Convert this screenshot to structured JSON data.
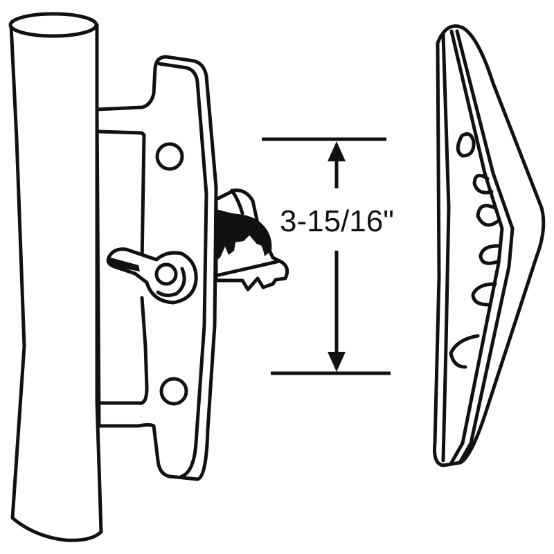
{
  "diagram": {
    "subject": "sliding door handle set",
    "colors": {
      "line": "#111111",
      "background": "#ffffff"
    },
    "parts": [
      {
        "name": "pull handle",
        "position": "left"
      },
      {
        "name": "mounting plate with latch lever",
        "position": "center-left"
      },
      {
        "name": "latch hook",
        "position": "center"
      },
      {
        "name": "exterior escutcheon / pull",
        "position": "right"
      }
    ],
    "dimension": {
      "label": "3-15/16\"",
      "orientation": "vertical",
      "measures": "hole center spacing"
    }
  }
}
